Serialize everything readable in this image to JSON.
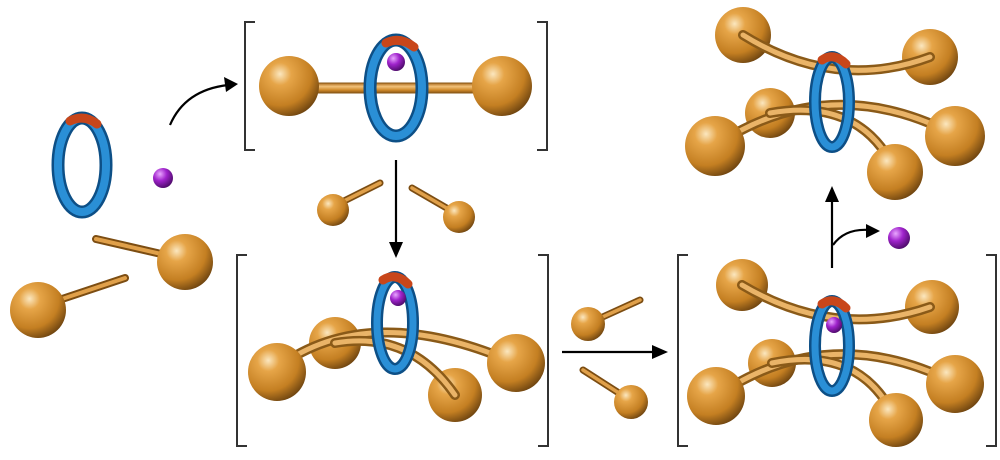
{
  "diagram": {
    "description_visible_text": [],
    "colors": {
      "ring": "#1f7fc4",
      "ring_dark": "#0d4f86",
      "ring_cap": "#c8461a",
      "ball": "#d18a2a",
      "ball_dark": "#8f5b14",
      "ball_light": "#f6d9a0",
      "rod": "#d8942f",
      "rod_edge": "#8a5a18",
      "ion": "#9a22c2",
      "bracket": "#333333",
      "arrow": "#000000"
    },
    "stages": [
      {
        "name": "starting-materials",
        "components": [
          "macrocycle-ring",
          "metal-ion",
          "thread-component",
          "thread-component"
        ]
      },
      {
        "name": "pseudorotaxane-intermediate",
        "bracketed": true,
        "components": [
          "macrocycle-ring",
          "metal-ion",
          "linear-thread"
        ]
      },
      {
        "name": "added-thread-pair",
        "components": [
          "thread-component",
          "thread-component"
        ]
      },
      {
        "name": "four-way-intermediate",
        "bracketed": true,
        "components": [
          "macrocycle-ring",
          "metal-ion",
          "crossed-threads"
        ]
      },
      {
        "name": "added-thread-pair-2",
        "components": [
          "thread-component",
          "thread-component"
        ]
      },
      {
        "name": "six-way-intermediate",
        "bracketed": true,
        "components": [
          "macrocycle-ring",
          "metal-ion",
          "crossed-threads"
        ]
      },
      {
        "name": "released-ion",
        "components": [
          "metal-ion"
        ]
      },
      {
        "name": "final-product",
        "components": [
          "macrocycle-ring",
          "crossed-threads"
        ]
      }
    ],
    "arrows": [
      {
        "from": "starting-materials",
        "to": "pseudorotaxane-intermediate",
        "style": "curved"
      },
      {
        "from": "pseudorotaxane-intermediate",
        "to": "four-way-intermediate",
        "style": "straight"
      },
      {
        "from": "four-way-intermediate",
        "to": "six-way-intermediate",
        "style": "straight"
      },
      {
        "from": "six-way-intermediate",
        "to": "final-product",
        "style": "straight-with-branch"
      }
    ]
  }
}
